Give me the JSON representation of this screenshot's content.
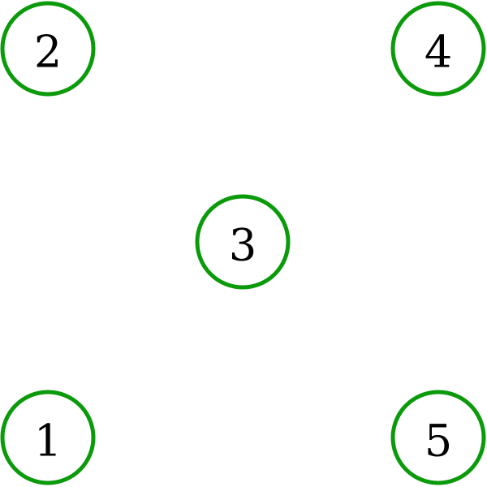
{
  "colors": {
    "node_stroke": "#0a9a0a",
    "label": "#000000",
    "background": "#ffffff"
  },
  "nodes": [
    {
      "id": "node-1",
      "label": "1"
    },
    {
      "id": "node-2",
      "label": "2"
    },
    {
      "id": "node-3",
      "label": "3"
    },
    {
      "id": "node-4",
      "label": "4"
    },
    {
      "id": "node-5",
      "label": "5"
    }
  ]
}
